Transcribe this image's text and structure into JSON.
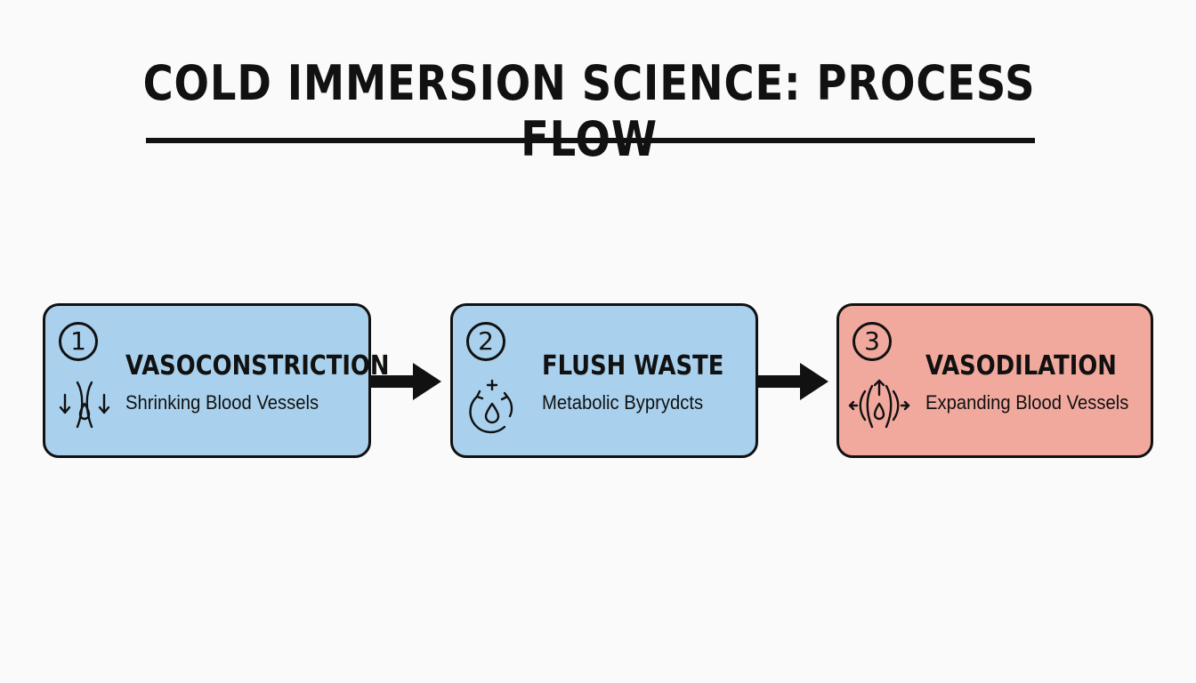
{
  "title": "COLD IMMERSION SCIENCE: PROCESS FLOW",
  "steps": [
    {
      "number": "1",
      "heading": "VASOCONSTRICTION",
      "subtitle": "Shrinking Blood Vessels",
      "icon": "vessel-constrict-icon",
      "fill": "#a9d1ed"
    },
    {
      "number": "2",
      "heading": "FLUSH WASTE",
      "subtitle": "Metabolic Byprydcts",
      "icon": "flush-cycle-icon",
      "fill": "#a9d1ed"
    },
    {
      "number": "3",
      "heading": "VASODILATION",
      "subtitle": "Expanding Blood Vessels",
      "icon": "vessel-expand-icon",
      "fill": "#f1a99e"
    }
  ],
  "colors": {
    "cold": "#a9d1ed",
    "warm": "#f1a99e",
    "ink": "#111111"
  }
}
